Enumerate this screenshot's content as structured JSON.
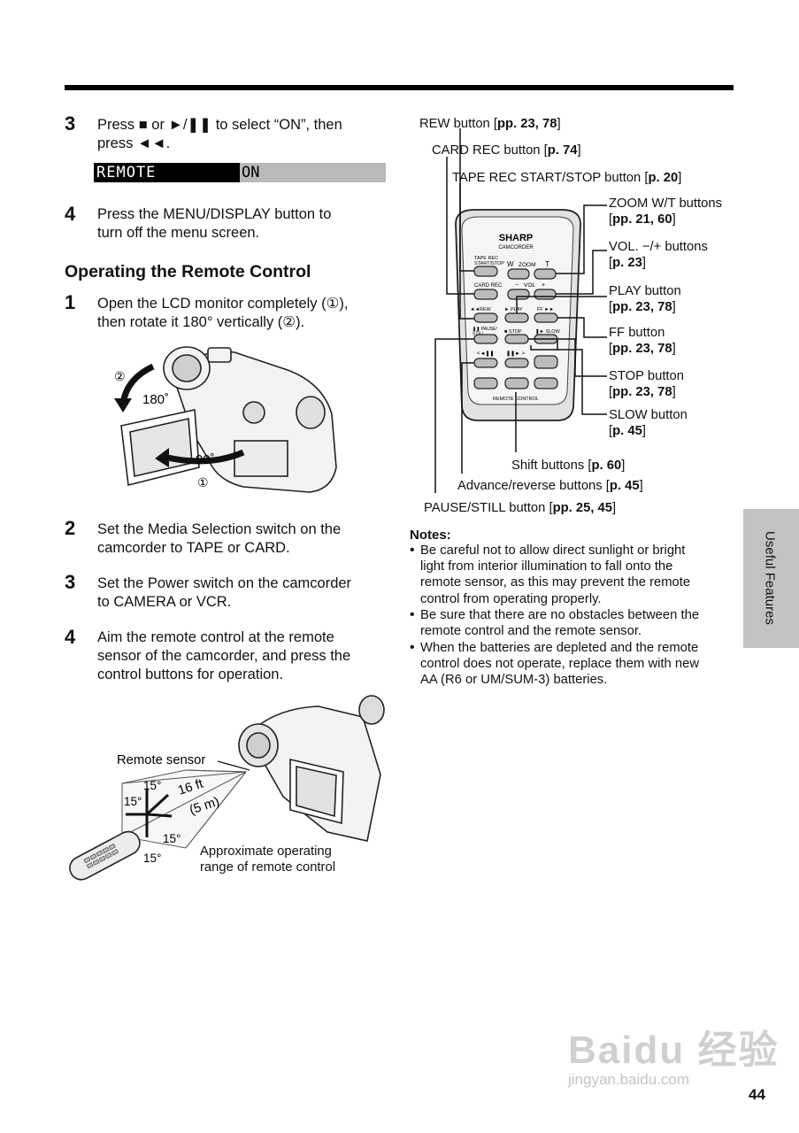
{
  "page_number": "44",
  "side_tab": "Useful Features",
  "step3_top": {
    "num": "3",
    "text": "Press ■ or ►/❚❚ to select “ON”, then\npress ◄◄."
  },
  "menu": {
    "label": "REMOTE",
    "value": "ON"
  },
  "step4_top": {
    "num": "4",
    "text": "Press the MENU/DISPLAY button to\nturn off the menu screen."
  },
  "section_heading": "Operating the Remote Control",
  "step1": {
    "num": "1",
    "text": "Open the LCD monitor completely (①),\nthen rotate it 180° vertically (②)."
  },
  "camcorder_figure": {
    "label_2": "②",
    "angle_180": "180˚",
    "angle_90": "90˚",
    "label_1": "①"
  },
  "step2": {
    "num": "2",
    "text": "Set the Media Selection switch on the\ncamcorder to TAPE or CARD."
  },
  "step3": {
    "num": "3",
    "text": "Set the Power switch on the camcorder\nto CAMERA or VCR."
  },
  "step4": {
    "num": "4",
    "text": "Aim the remote control at the remote\nsensor of the camcorder, and press the\ncontrol buttons for operation."
  },
  "range_figure": {
    "remote_sensor": "Remote sensor",
    "distance": "16 ft",
    "distance_m": "(5 m)",
    "angle_a": "15°",
    "angle_b": "15°",
    "angle_c": "15°",
    "angle_d": "15°",
    "caption": "Approximate operating\nrange of remote control"
  },
  "remote": {
    "brand": "SHARP",
    "model": "CAMCORDER",
    "tape_rec": "TAPE REC\nSTART/STOP",
    "w": "W",
    "zoom": "ZOOM",
    "t": "T",
    "card_rec": "CARD REC",
    "vol": "VOL",
    "minus": "−",
    "plus": "+",
    "rew": "◄◄REW",
    "play": "► PLAY",
    "ff": "FF ►►",
    "pause_still": "❚❚ PAUSE/\nSTILL",
    "stop": "■ STOP",
    "slow": "❚► SLOW",
    "adv_rev_left": "<◄❚❚",
    "adv_rev_right": "❚❚► >",
    "footer": "REMOTE CONTROL"
  },
  "callouts": {
    "rew": {
      "name": "REW button [",
      "ref": "pp. 23, 78",
      "end": "]"
    },
    "card_rec": {
      "name": "CARD REC button [",
      "ref": "p. 74",
      "end": "]"
    },
    "tape_rec": {
      "name": "TAPE REC START/STOP button [",
      "ref": "p. 20",
      "end": "]"
    },
    "zoom": {
      "name": "ZOOM W/T buttons",
      "ref": "pp. 21, 60"
    },
    "vol": {
      "name": "VOL. −/+ buttons",
      "ref": "p. 23"
    },
    "play": {
      "name": "PLAY button",
      "ref": "pp. 23, 78"
    },
    "ff": {
      "name": "FF button",
      "ref": "pp. 23, 78"
    },
    "stop": {
      "name": "STOP button",
      "ref": "pp. 23, 78"
    },
    "slow": {
      "name": "SLOW button",
      "ref": "p. 45"
    },
    "shift": {
      "name": "Shift buttons [",
      "ref": "p. 60",
      "end": "]"
    },
    "advance": {
      "name": "Advance/reverse buttons [",
      "ref": "p. 45",
      "end": "]"
    },
    "pause": {
      "name": "PAUSE/STILL button [",
      "ref": "pp. 25, 45",
      "end": "]"
    }
  },
  "notes": {
    "title": "Notes:",
    "items": [
      "Be careful not to allow direct sunlight or bright\nlight from interior illumination to fall onto the\nremote sensor, as this may prevent the remote\ncontrol from operating properly.",
      "Be sure that there are no obstacles between the\nremote control and the remote sensor.",
      "When the batteries are depleted and the remote\ncontrol does not operate, replace them with new\nAA (R6 or UM/SUM-3) batteries."
    ]
  },
  "watermark": {
    "line1": "Baidu 经验",
    "line2": "jingyan.baidu.com"
  }
}
